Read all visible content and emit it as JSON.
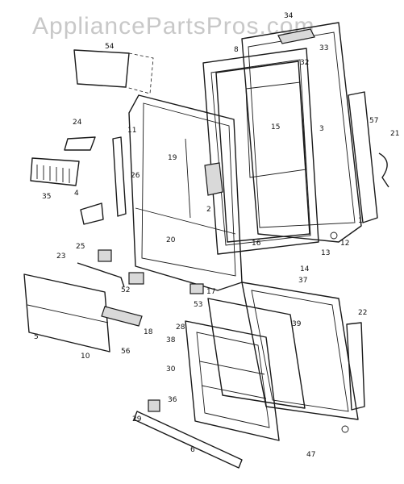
{
  "watermark": "AppliancePartsPros.com",
  "parts": [
    "1",
    "2",
    "3",
    "4",
    "5",
    "6",
    "8",
    "10",
    "11",
    "12",
    "13",
    "14",
    "15",
    "16",
    "17",
    "18",
    "19",
    "20",
    "21",
    "22",
    "23",
    "24",
    "25",
    "26",
    "28",
    "29",
    "30",
    "32",
    "33",
    "34",
    "35",
    "36",
    "37",
    "38",
    "39",
    "47",
    "52",
    "53",
    "54",
    "56",
    "57"
  ]
}
